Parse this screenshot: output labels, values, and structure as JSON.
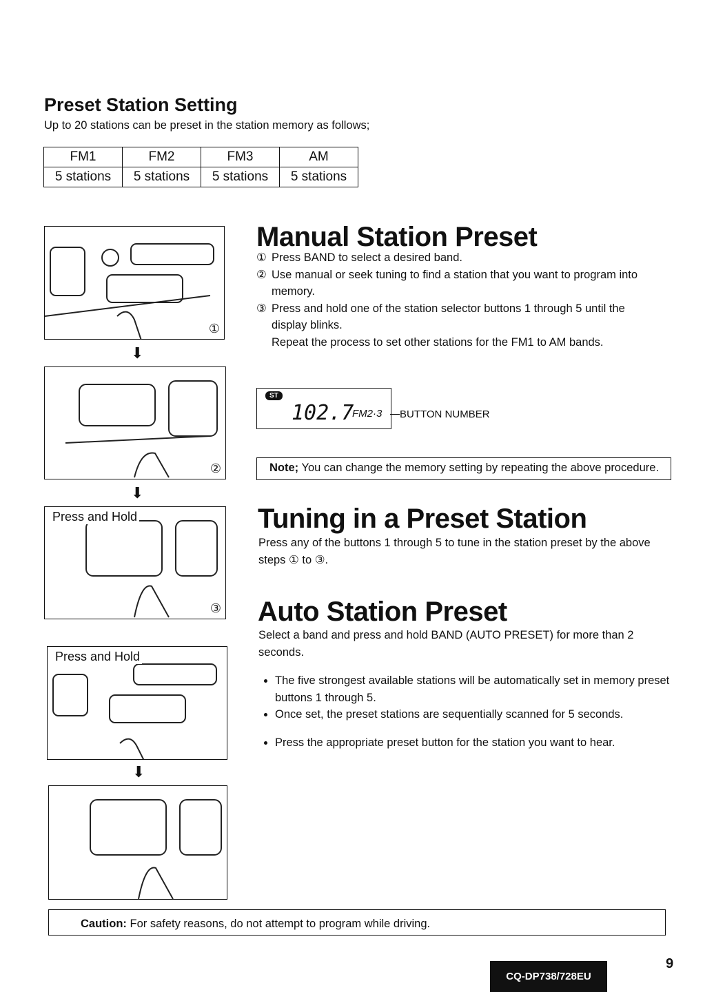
{
  "preset_setting": {
    "title": "Preset Station Setting",
    "intro": "Up to 20 stations can be preset in the station memory as follows;",
    "headers": [
      "FM1",
      "FM2",
      "FM3",
      "AM"
    ],
    "values": [
      "5 stations",
      "5 stations",
      "5 stations",
      "5 stations"
    ]
  },
  "manual": {
    "title": "Manual Station Preset",
    "steps": [
      {
        "num": "①",
        "text": "Press BAND to select a desired band."
      },
      {
        "num": "②",
        "text": "Use manual or seek tuning to find a station that you want to program into memory."
      },
      {
        "num": "③",
        "text": "Press and hold one of the station selector buttons 1 through 5 until the display blinks."
      }
    ],
    "repeat": "Repeat the process to set other stations for the FM1 to AM bands.",
    "display": {
      "st": "ST",
      "freq": "102.7",
      "band": "FM2·3",
      "label": "BUTTON NUMBER"
    },
    "note_label": "Note;",
    "note": " You can change the memory setting by repeating the above procedure."
  },
  "tuning": {
    "title": "Tuning in a Preset Station",
    "text": "Press any of the buttons 1 through 5 to tune in the station preset by the above steps ① to ③."
  },
  "auto": {
    "title": "Auto Station Preset",
    "text": "Select a band and press and hold BAND (AUTO PRESET) for more than 2 seconds.",
    "bullets": [
      "The five strongest available stations will be automatically set in memory preset buttons 1 through 5.",
      "Once set, the preset stations are sequentially scanned for 5 seconds.",
      "Press the appropriate preset button for the station you want to hear."
    ]
  },
  "figures": {
    "press_hold": "Press and Hold",
    "n1": "①",
    "n2": "②",
    "n3": "③"
  },
  "caution": {
    "label": "Caution:",
    "text": " For safety reasons, do not attempt to program while driving."
  },
  "footer": {
    "model": "CQ-DP738/728EU",
    "page": "9"
  }
}
